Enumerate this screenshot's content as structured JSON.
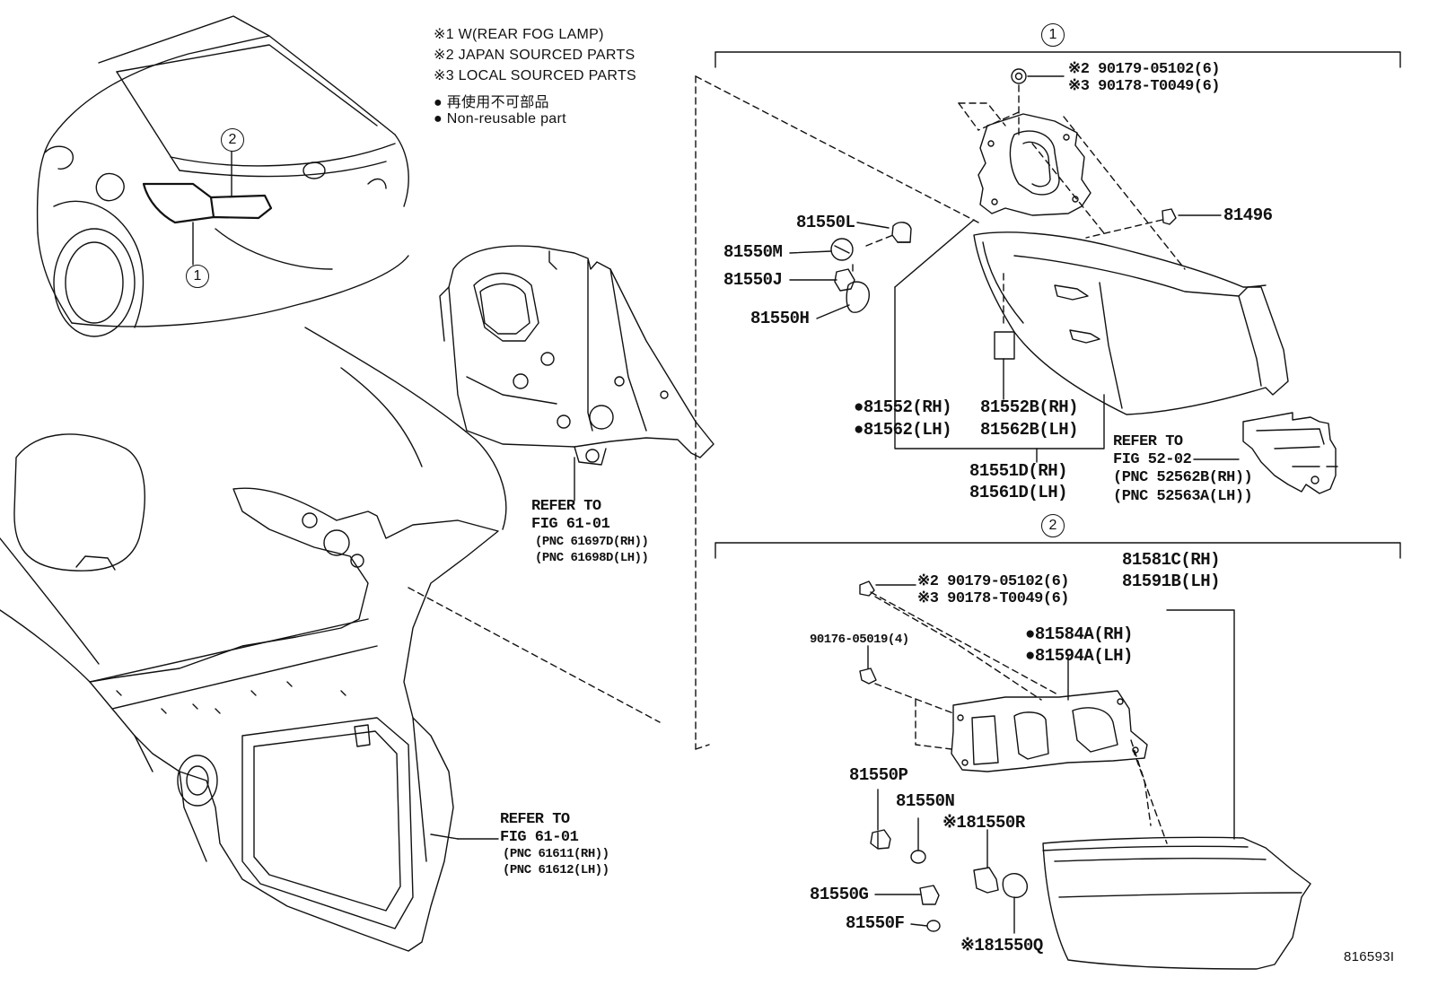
{
  "legend": {
    "note1": "※1 W(REAR FOG LAMP)",
    "note2": "※2 JAPAN SOURCED PARTS",
    "note3": "※3 LOCAL SOURCED PARTS",
    "non_reusable_jp": "● 再使用不可部品",
    "non_reusable_en": "● Non-reusable part"
  },
  "callouts": {
    "one": "1",
    "two": "2"
  },
  "upper_refs": {
    "ref_a_line1": "REFER TO",
    "ref_a_line2": "FIG 61-01",
    "ref_a_line3": "(PNC 61697D(RH))",
    "ref_a_line4": "(PNC 61698D(LH))",
    "ref_b_line1": "REFER TO",
    "ref_b_line2": "FIG 61-01",
    "ref_b_line3": "(PNC 61611(RH))",
    "ref_b_line4": "(PNC 61612(LH))"
  },
  "group1": {
    "screw_j": "※2 90179-05102(6)",
    "screw_l": "※3 90178-T0049(6)",
    "p81496": "81496",
    "p81550L": "81550L",
    "p81550M": "81550M",
    "p81550J": "81550J",
    "p81550H": "81550H",
    "p81552_rh": "●81552(RH)",
    "p81562_lh": "●81562(LH)",
    "p81552B_rh": "81552B(RH)",
    "p81562B_lh": "81562B(LH)",
    "p81551D_rh": "81551D(RH)",
    "p81561D_lh": "81561D(LH)",
    "ref_line1": "REFER TO",
    "ref_line2": "FIG 52-02",
    "ref_line3": "(PNC 52562B(RH))",
    "ref_line4": "(PNC 52563A(LH))"
  },
  "group2": {
    "screw_j": "※2 90179-05102(6)",
    "screw_l": "※3 90178-T0049(6)",
    "p81581C_rh": "81581C(RH)",
    "p81591B_lh": "81591B(LH)",
    "p90176": "90176-05019(4)",
    "p81584A_rh": "●81584A(RH)",
    "p81594A_lh": "●81594A(LH)",
    "p81550P": "81550P",
    "p81550N": "81550N",
    "p81550R": "※181550R",
    "p81550G": "81550G",
    "p81550F": "81550F",
    "p81550Q": "※181550Q"
  },
  "figure_id": "816593I"
}
